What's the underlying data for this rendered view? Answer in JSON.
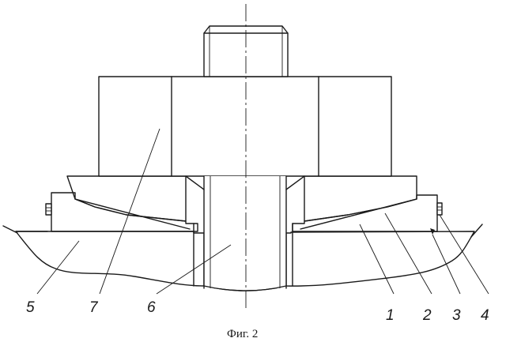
{
  "caption": "Фиг. 2",
  "labels": {
    "l1": "1",
    "l2": "2",
    "l3": "3",
    "l4": "4",
    "l5": "5",
    "l6": "6",
    "l7": "7"
  }
}
